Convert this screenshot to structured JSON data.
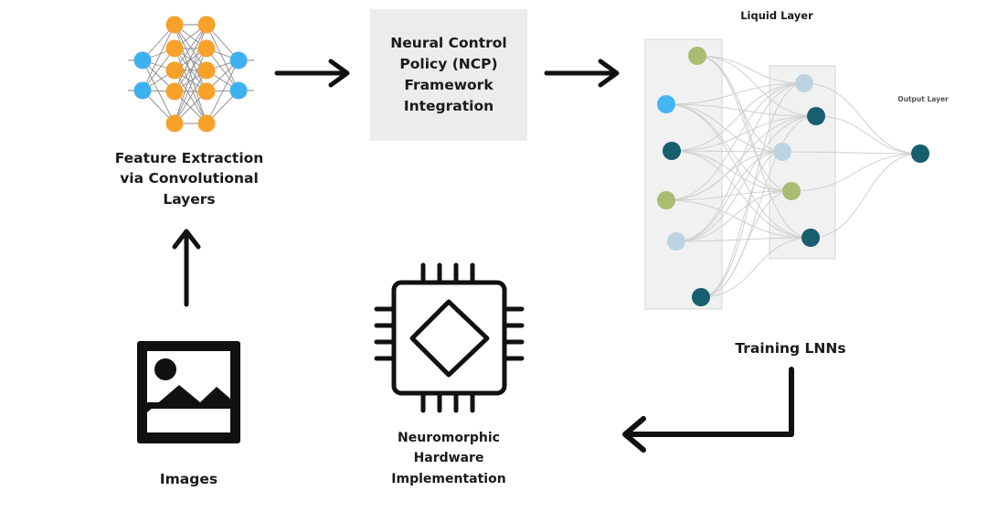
{
  "steps": {
    "feature_extraction": "Feature Extraction via Convolutional Layers",
    "ncp": "Neural Control Policy (NCP) Framework Integration",
    "training": "Training LNNs",
    "hardware": "Neuromorphic Hardware Implementation",
    "images": "Images"
  },
  "liquid_network": {
    "title": "Liquid Layer",
    "output_title": "Output Layer"
  },
  "colors": {
    "cnn_orange": "#f7a12b",
    "cnn_blue": "#3fb0f0",
    "teal": "#175e6e",
    "olive": "#a9bc72",
    "light_blue": "#bcd4e2",
    "bright_blue": "#44b6f4",
    "panel_fill": "#ececec",
    "arrow": "#111111"
  },
  "icons": {
    "cnn": "neural-network-icon",
    "chip": "microchip-icon",
    "image": "image-icon"
  }
}
